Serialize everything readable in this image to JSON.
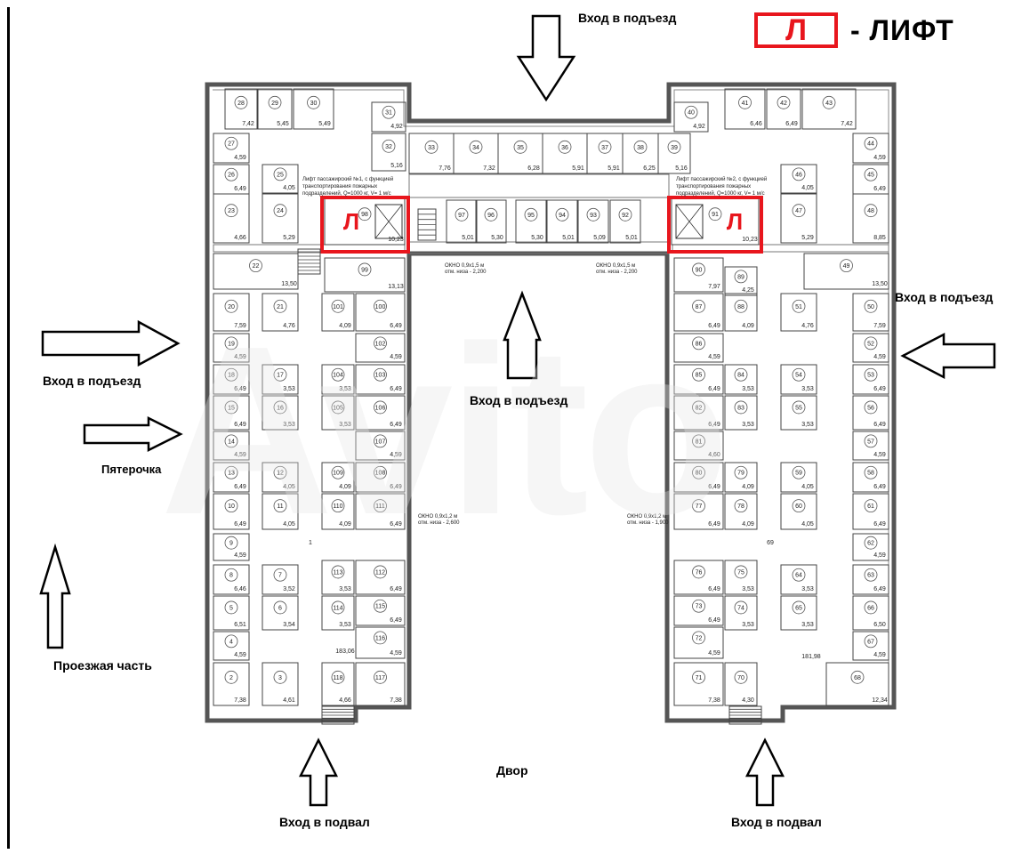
{
  "legend": {
    "symbol": "Л",
    "text": "- ЛИФТ",
    "color": "#e8161d"
  },
  "labels": {
    "entrance_top": "Вход в подъезд",
    "entrance_right": "Вход в подъезд",
    "entrance_left": "Вход в подъезд",
    "entrance_center": "Вход в подъезд",
    "store": "Пятерочка",
    "roadway": "Проезжая часть",
    "yard": "Двор",
    "basement_left": "Вход в подвал",
    "basement_right": "Вход в подвал"
  },
  "lift_notes": {
    "left": [
      "Лифт пассажирский №1, с функцией",
      "транспортирования пожарных",
      "подразделений, Q=1000 кг, V= 1 м/с"
    ],
    "right": [
      "Лифт пассажирский №2, с функцией",
      "транспортирования пожарных",
      "подразделений, Q=1000 кг, V= 1 м/с"
    ]
  },
  "window_notes": [
    [
      "ОКНО 0,9х1,5 м",
      "отм. низа - 2,200"
    ],
    [
      "ОКНО 0,9х1,5 м",
      "отм. низа - 2,200"
    ],
    [
      "ОКНО 0,9х1,2 м",
      "отм. низа - 2,600"
    ],
    [
      "ОКНО 0,9х1,2 м",
      "отм. низа - 1,900"
    ]
  ],
  "rooms": {
    "top": [
      [
        "31",
        "4,92"
      ],
      [
        "32",
        "5,16"
      ],
      [
        "33",
        "7,76"
      ],
      [
        "34",
        "7,32"
      ],
      [
        "35",
        "6,28"
      ],
      [
        "36",
        "5,91"
      ],
      [
        "37",
        "5,91"
      ],
      [
        "38",
        "6,25"
      ],
      [
        "39",
        "5,16"
      ],
      [
        "40",
        "4,92"
      ],
      [
        "28",
        "7,42"
      ],
      [
        "29",
        "5,45"
      ],
      [
        "30",
        "5,49"
      ],
      [
        "41",
        "6,46"
      ],
      [
        "42",
        "6,49"
      ],
      [
        "43",
        "7,42"
      ]
    ],
    "corridor": [
      [
        "97",
        "5,01"
      ],
      [
        "96",
        "5,30"
      ],
      [
        "95",
        "5,30"
      ],
      [
        "94",
        "5,01"
      ],
      [
        "93",
        "5,09"
      ],
      [
        "92",
        "5,01"
      ],
      [
        "98",
        "10,23"
      ],
      [
        "91",
        "10,23"
      ]
    ],
    "left_outer": [
      [
        "27",
        "4,59"
      ],
      [
        "26",
        "6,49"
      ],
      [
        "23",
        "4,66"
      ],
      [
        "22",
        "13,50"
      ],
      [
        "20",
        "7,59"
      ],
      [
        "19",
        "4,59"
      ],
      [
        "18",
        "6,49"
      ],
      [
        "15",
        "6,49"
      ],
      [
        "14",
        "4,59"
      ],
      [
        "13",
        "6,49"
      ],
      [
        "10",
        "6,49"
      ],
      [
        "9",
        "4,59"
      ],
      [
        "8",
        "6,46"
      ],
      [
        "5",
        "6,51"
      ],
      [
        "4",
        "4,59"
      ],
      [
        "2",
        "7,38"
      ]
    ],
    "left_second": [
      [
        "25",
        "4,05"
      ],
      [
        "24",
        "5,29"
      ],
      [
        "21",
        "4,76"
      ],
      [
        "17",
        "3,53"
      ],
      [
        "16",
        "3,53"
      ],
      [
        "12",
        "4,05"
      ],
      [
        "11",
        "4,05"
      ],
      [
        "7",
        "3,52"
      ],
      [
        "6",
        "3,54"
      ],
      [
        "3",
        "4,61"
      ]
    ],
    "left_inner_a": [
      [
        "101",
        "4,09"
      ],
      [
        "104",
        "3,53"
      ],
      [
        "105",
        "3,53"
      ],
      [
        "109",
        "4,09"
      ],
      [
        "110",
        "4,09"
      ],
      [
        "113",
        "3,53"
      ],
      [
        "114",
        "3,53"
      ],
      [
        "118",
        "4,66"
      ]
    ],
    "left_inner_b": [
      [
        "99",
        "13,13"
      ],
      [
        "100",
        "6,49"
      ],
      [
        "102",
        "4,59"
      ],
      [
        "103",
        "6,49"
      ],
      [
        "106",
        "6,49"
      ],
      [
        "107",
        "4,59"
      ],
      [
        "108",
        "6,49"
      ],
      [
        "111",
        "6,49"
      ],
      [
        "112",
        "6,49"
      ],
      [
        "115",
        "6,49"
      ],
      [
        "116",
        "4,59"
      ],
      [
        "117",
        "7,38"
      ]
    ],
    "left_hall": [
      "1",
      "183,06"
    ],
    "right_outer": [
      [
        "44",
        "4,59"
      ],
      [
        "45",
        "6,49"
      ],
      [
        "48",
        "8,85"
      ],
      [
        "49",
        "13,50"
      ],
      [
        "50",
        "7,59"
      ],
      [
        "52",
        "4,59"
      ],
      [
        "53",
        "6,49"
      ],
      [
        "56",
        "6,49"
      ],
      [
        "57",
        "4,59"
      ],
      [
        "58",
        "6,49"
      ],
      [
        "61",
        "6,49"
      ],
      [
        "62",
        "4,59"
      ],
      [
        "63",
        "6,49"
      ],
      [
        "66",
        "6,50"
      ],
      [
        "67",
        "4,59"
      ],
      [
        "68",
        "12,34"
      ]
    ],
    "right_second": [
      [
        "46",
        "4,05"
      ],
      [
        "47",
        "5,29"
      ],
      [
        "51",
        "4,76"
      ],
      [
        "54",
        "3,53"
      ],
      [
        "55",
        "3,53"
      ],
      [
        "59",
        "4,05"
      ],
      [
        "60",
        "4,05"
      ],
      [
        "64",
        "3,53"
      ],
      [
        "65",
        "3,53"
      ]
    ],
    "right_inner_a": [
      [
        "88",
        "4,09"
      ],
      [
        "84",
        "3,53"
      ],
      [
        "83",
        "3,53"
      ],
      [
        "79",
        "4,09"
      ],
      [
        "78",
        "4,09"
      ],
      [
        "75",
        "3,53"
      ],
      [
        "74",
        "3,53"
      ],
      [
        "70",
        "4,30"
      ]
    ],
    "right_inner_b": [
      [
        "90",
        "7,97"
      ],
      [
        "89",
        "4,25"
      ],
      [
        "87",
        "6,49"
      ],
      [
        "86",
        "4,59"
      ],
      [
        "85",
        "6,49"
      ],
      [
        "82",
        "6,49"
      ],
      [
        "81",
        "4,60"
      ],
      [
        "80",
        "6,49"
      ],
      [
        "77",
        "6,49"
      ],
      [
        "76",
        "6,49"
      ],
      [
        "73",
        "6,49"
      ],
      [
        "72",
        "4,59"
      ],
      [
        "71",
        "7,38"
      ]
    ],
    "right_hall": [
      "69",
      "181,98"
    ]
  }
}
